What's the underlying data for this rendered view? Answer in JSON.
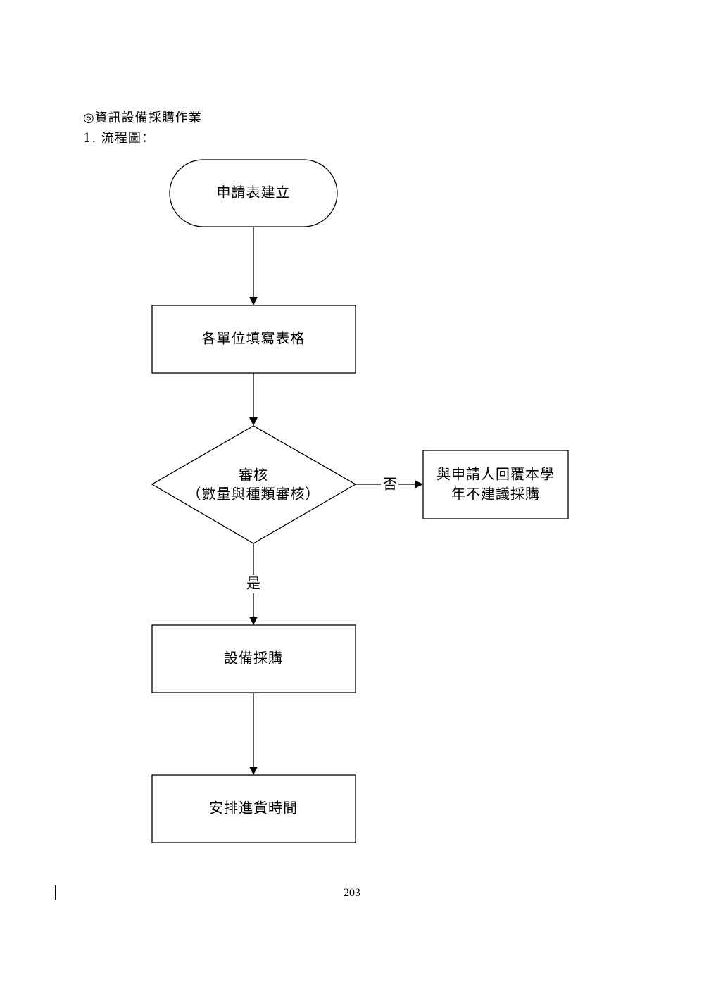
{
  "document": {
    "section_title": "◎資訊設備採購作業",
    "subsection_title": "1. 流程圖：",
    "page_number": "203"
  },
  "flowchart": {
    "start": "申請表建立",
    "fill_form": "各單位填寫表格",
    "review_title": "審核",
    "review_detail": "（數量與種類審核）",
    "reject_line1": "與申請人回覆本學",
    "reject_line2": "年不建議採購",
    "purchase": "設備採購",
    "schedule": "安排進貨時間",
    "label_no": "否",
    "label_yes": "是"
  },
  "colors": {
    "stroke": "#000000",
    "background": "#ffffff"
  }
}
